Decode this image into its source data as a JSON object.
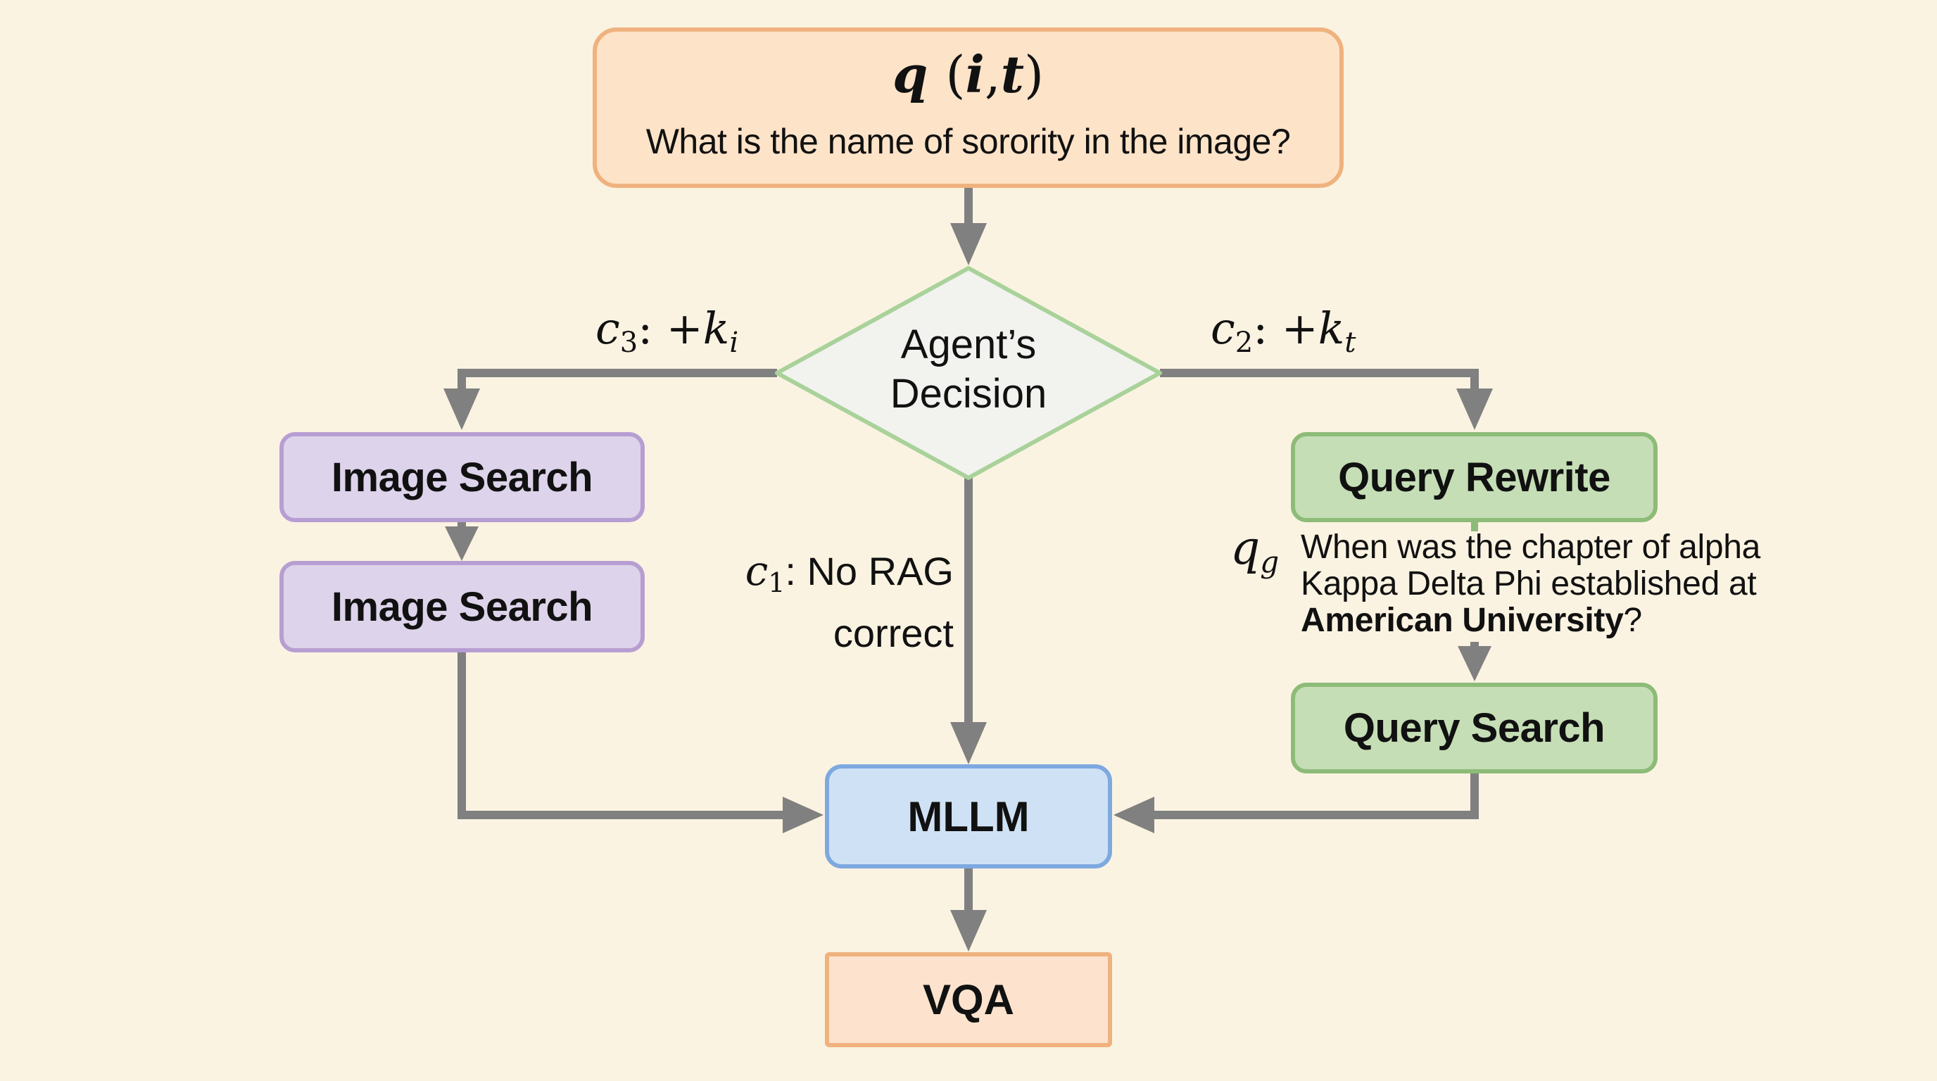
{
  "top_node": {
    "formula_q": "q",
    "formula_open": "(",
    "formula_i": "i",
    "formula_comma": ",",
    "formula_t": "t",
    "formula_close": ")",
    "question": "What is the name of sorority in the image?"
  },
  "decision": {
    "line1": "Agent’s",
    "line2": "Decision"
  },
  "branches": {
    "c3": {
      "c": "c",
      "sub": "3",
      "sep": ":",
      "plus": "+",
      "k": "k",
      "k_sub": "i"
    },
    "c2": {
      "c": "c",
      "sub": "2",
      "sep": ":",
      "plus": "+",
      "k": "k",
      "k_sub": "t"
    },
    "c1": {
      "c": "c",
      "sub": "1",
      "text_line1": ": No RAG",
      "text_line2": "correct"
    }
  },
  "left_path": {
    "step1": "Image Search",
    "step2": "Image Search"
  },
  "right_path": {
    "step1": "Query Rewrite",
    "qg_symbol": "q",
    "qg_sub": "g",
    "rewritten_query_line1": "When was the chapter of alpha",
    "rewritten_query_line2": "Kappa Delta Phi established at",
    "rewritten_query_bold": "American University",
    "rewritten_query_end": "?",
    "step2": "Query Search"
  },
  "model_node": "MLLM",
  "output_node": "VQA",
  "colors": {
    "background": "#fbf3e2",
    "orange_fill": "#fde3c8",
    "orange_border": "#efb27f",
    "purple_fill": "#ddd3ea",
    "purple_border": "#b79ed2",
    "green_fill": "#c5deb6",
    "green_border": "#8dbb78",
    "blue_fill": "#cfe2f5",
    "blue_border": "#7ea9e0",
    "diamond_fill": "#f2f2ef",
    "diamond_border": "#a9d29a",
    "arrow": "#808080"
  }
}
